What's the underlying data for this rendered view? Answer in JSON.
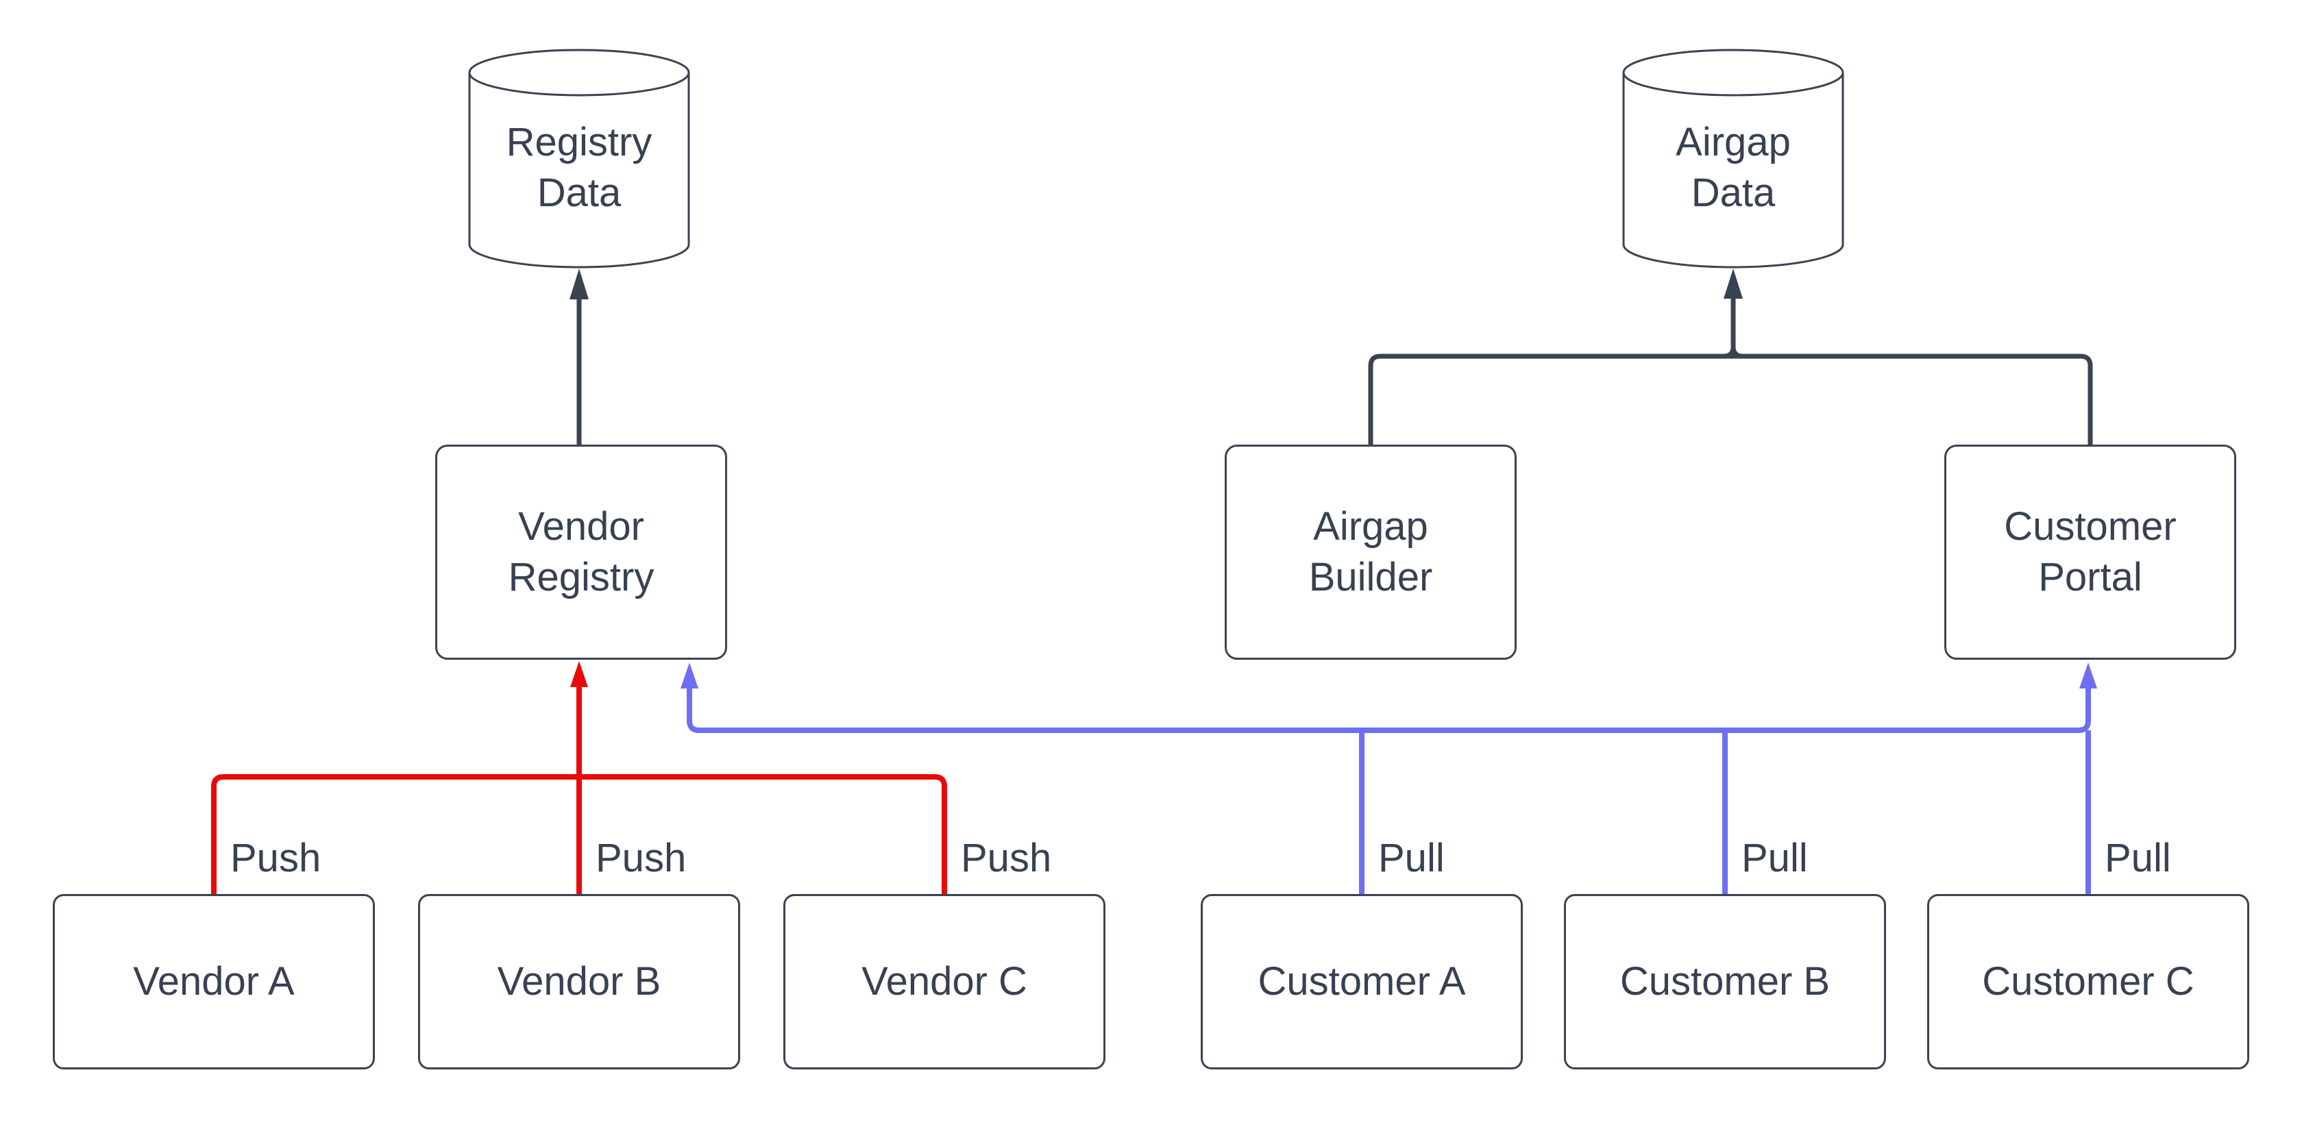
{
  "diagram": {
    "background": "#ffffff",
    "colors": {
      "node_stroke": "#3a4352",
      "text": "#374151",
      "dark_edge": "#3a4352",
      "push_edge": "#e80a0a",
      "pull_edge": "#6e6ef2"
    },
    "nodes": {
      "registry_data": {
        "label": "Registry\nData",
        "shape": "cylinder"
      },
      "airgap_data": {
        "label": "Airgap\nData",
        "shape": "cylinder"
      },
      "vendor_registry": {
        "label": "Vendor\nRegistry",
        "shape": "rounded-rect"
      },
      "airgap_builder": {
        "label": "Airgap\nBuilder",
        "shape": "rounded-rect"
      },
      "customer_portal": {
        "label": "Customer\nPortal",
        "shape": "rounded-rect"
      },
      "vendor_a": {
        "label": "Vendor A",
        "shape": "rounded-rect"
      },
      "vendor_b": {
        "label": "Vendor B",
        "shape": "rounded-rect"
      },
      "vendor_c": {
        "label": "Vendor C",
        "shape": "rounded-rect"
      },
      "customer_a": {
        "label": "Customer A",
        "shape": "rounded-rect"
      },
      "customer_b": {
        "label": "Customer B",
        "shape": "rounded-rect"
      },
      "customer_c": {
        "label": "Customer C",
        "shape": "rounded-rect"
      }
    },
    "edges": [
      {
        "from": "Vendor A",
        "to": "Vendor Registry",
        "label": "Push",
        "color": "#e80a0a"
      },
      {
        "from": "Vendor B",
        "to": "Vendor Registry",
        "label": "Push",
        "color": "#e80a0a"
      },
      {
        "from": "Vendor C",
        "to": "Vendor Registry",
        "label": "Push",
        "color": "#e80a0a"
      },
      {
        "from": "Customer A",
        "to": "Vendor Registry",
        "label": "Pull",
        "color": "#6e6ef2"
      },
      {
        "from": "Customer B",
        "to": "Vendor Registry",
        "label": "Pull",
        "color": "#6e6ef2"
      },
      {
        "from": "Customer C",
        "to": "Customer Portal",
        "label": "Pull",
        "color": "#6e6ef2"
      },
      {
        "from": "Vendor Registry",
        "to": "Registry Data",
        "label": "",
        "color": "#3a4352"
      },
      {
        "from": "Airgap Builder",
        "to": "Airgap Data",
        "label": "",
        "color": "#3a4352"
      },
      {
        "from": "Customer Portal",
        "to": "Airgap Data",
        "label": "",
        "color": "#3a4352"
      }
    ]
  }
}
